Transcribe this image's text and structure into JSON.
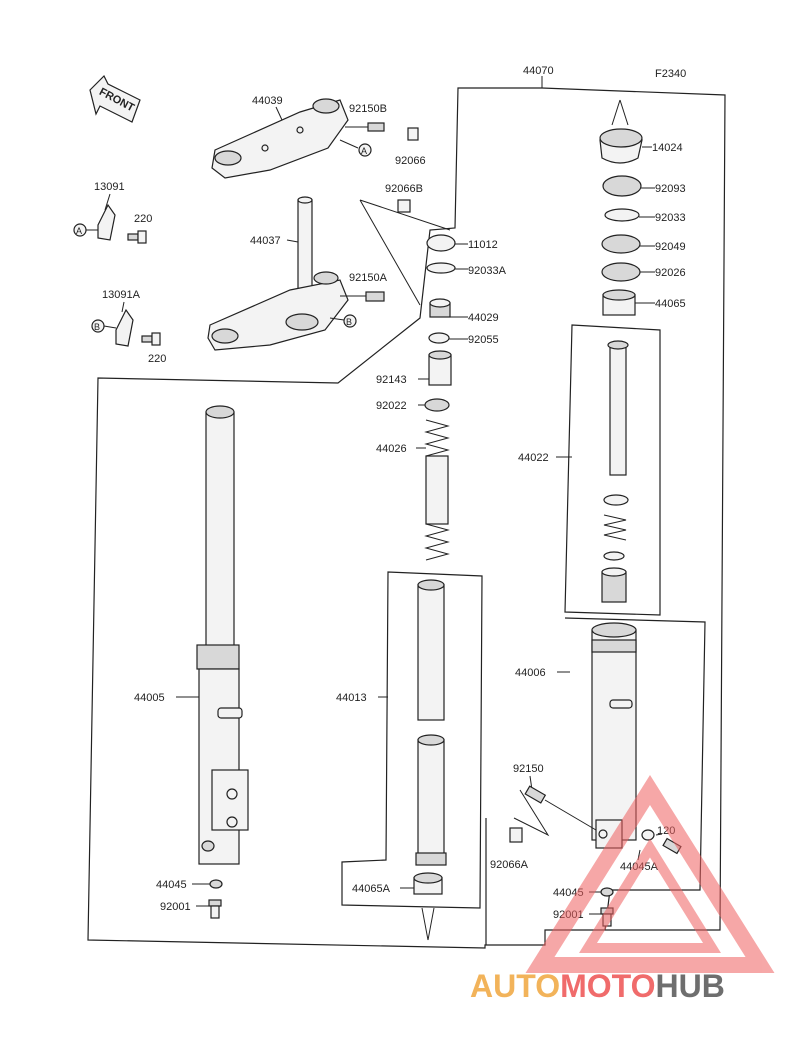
{
  "figure_code": "F2340",
  "front_label": "FRONT",
  "watermark": {
    "auto": "AUTO",
    "moto": "MOTO",
    "hub": "HUB",
    "colors": {
      "auto": "#f2b35a",
      "moto": "#f06b6b",
      "hub": "#6e6e6e",
      "triangle": "#ef6060"
    }
  },
  "callouts": {
    "a": "A",
    "b": "B"
  },
  "parts": {
    "p44070": "44070",
    "p44039": "44039",
    "p92150B": "92150B",
    "p92066": "92066",
    "p92066B": "92066B",
    "p13091": "13091",
    "p220a": "220",
    "p44037": "44037",
    "p92150A": "92150A",
    "p13091A": "13091A",
    "p220b": "220",
    "p14024": "14024",
    "p92093": "92093",
    "p92033": "92033",
    "p92049": "92049",
    "p92026": "92026",
    "p44065": "44065",
    "p11012": "11012",
    "p92033A": "92033A",
    "p44029": "44029",
    "p92055": "92055",
    "p92143": "92143",
    "p92022": "92022",
    "p44026": "44026",
    "p44022": "44022",
    "p44006": "44006",
    "p44005": "44005",
    "p44013": "44013",
    "p92150": "92150",
    "p120": "120",
    "p44045A": "44045A",
    "p92066A": "92066A",
    "p44045a": "44045",
    "p92001a": "92001",
    "p44065A": "44065A",
    "p44045b": "44045",
    "p92001b": "92001"
  }
}
